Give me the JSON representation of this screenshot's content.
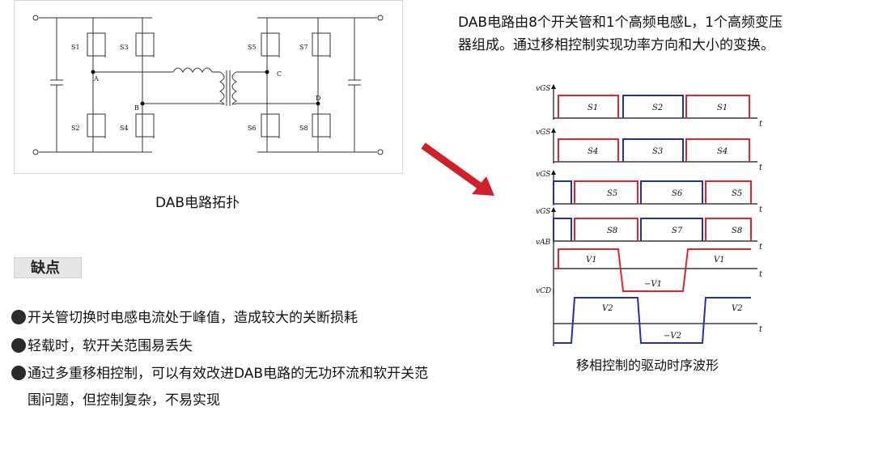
{
  "topology": {
    "caption": "DAB电路拓扑",
    "switch_labels": [
      "S1",
      "S3",
      "S2",
      "S4",
      "S5",
      "S7",
      "S6",
      "S8"
    ],
    "node_labels": [
      "A",
      "B",
      "C",
      "D"
    ]
  },
  "cons": {
    "badge": "缺点",
    "items": [
      "开关管切换时电感电流处于峰值，造成较大的关断损耗",
      "轻载时，软开关范围易丢失",
      "通过多重移相控制，可以有效改进DAB电路的无功环流和软开关范",
      "围问题，但控制复杂，不易实现"
    ]
  },
  "description": {
    "line1": "DAB电路由8个开关管和1个高频电感L，1个高频变压",
    "line2": "器组成。通过移相控制实现功率方向和大小的变换。"
  },
  "waveform": {
    "caption": "移相控制的驱动时序波形",
    "t_label": "t",
    "colors": {
      "red": "#e0262b",
      "blue": "#2231a6"
    },
    "rows": [
      {
        "axis": "vGS",
        "labels": [
          "S1",
          "S2",
          "S1"
        ]
      },
      {
        "axis": "vGS",
        "labels": [
          "S4",
          "S3",
          "S4"
        ]
      },
      {
        "axis": "vGS",
        "labels": [
          "S5",
          "S6",
          "S5"
        ]
      },
      {
        "axis": "vGS",
        "labels": [
          "S8",
          "S7",
          "S8"
        ]
      },
      {
        "axis": "vAB",
        "labels": [
          "V1",
          "−V1",
          "V1"
        ]
      },
      {
        "axis": "vCD",
        "labels": [
          "V2",
          "−V2",
          "V2"
        ]
      }
    ]
  },
  "arrow_color": "#d0202a"
}
